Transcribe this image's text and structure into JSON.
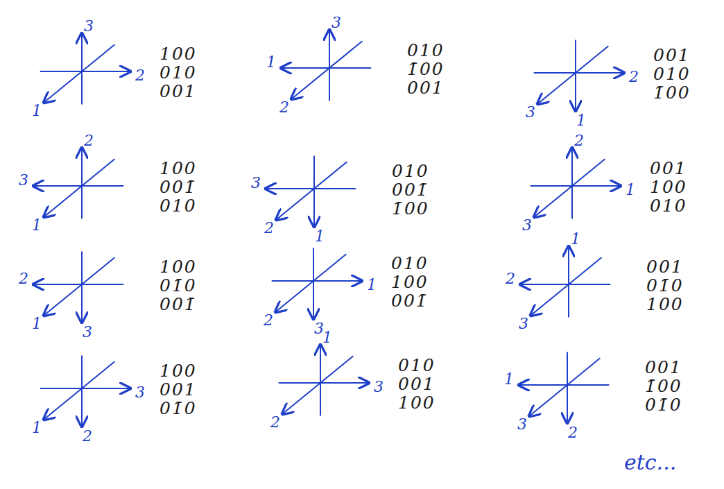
{
  "diagram": {
    "labels": [
      "3",
      "2",
      "1",
      "100",
      "010",
      "001",
      "3",
      "1",
      "2",
      "010",
      "1̄00",
      "001",
      "2",
      "3",
      "1",
      "001",
      "010",
      "1̄00",
      "2",
      "3",
      "1",
      "100",
      "001̄",
      "010",
      "3",
      "2",
      "1",
      "010",
      "001̄",
      "1̄00",
      "2",
      "1",
      "3",
      "001",
      "100",
      "010",
      "2",
      "1",
      "3",
      "100",
      "01̄0",
      "001̄",
      "1",
      "2",
      "3",
      "010",
      "100",
      "001̄",
      "1",
      "2",
      "3",
      "001",
      "01̄0",
      "100",
      "3",
      "1",
      "2",
      "100",
      "001",
      "01̄0",
      "1",
      "3",
      "2",
      "010",
      "001",
      "100",
      "1",
      "3",
      "2",
      "001",
      "1̄00",
      "01̄0",
      "etc..."
    ]
  }
}
